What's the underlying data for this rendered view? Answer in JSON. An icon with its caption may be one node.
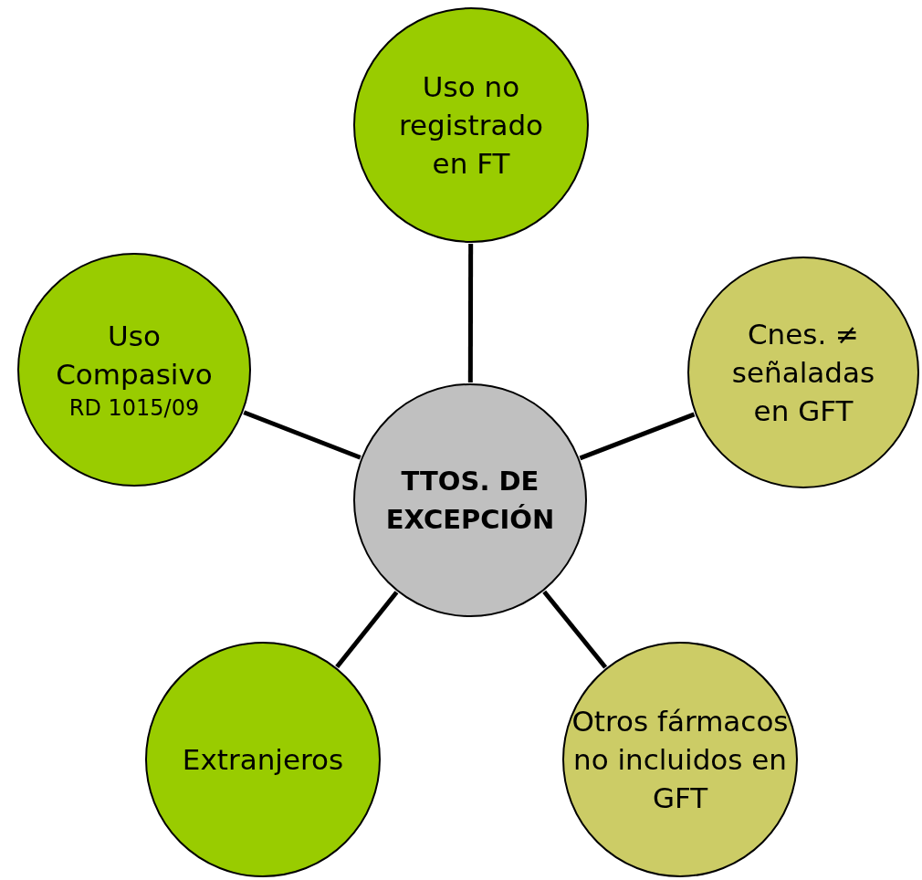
{
  "diagram": {
    "nodes": [
      {
        "text": [
          "Uso no registrado en FT"
        ]
      },
      {
        "text": [
          "Uso Compasivo",
          "RD 1015/09"
        ]
      },
      {
        "text": [
          "Cnes. ≠ señaladas en GFT"
        ]
      },
      {
        "text": [
          "TTOS. DE EXCEPCIÓN"
        ]
      },
      {
        "text": [
          "Extranjeros"
        ]
      },
      {
        "text": [
          "Otros fármacos no incluidos en GFT"
        ]
      }
    ],
    "edges": [
      {
        "from": 3,
        "to": 0,
        "arrow": "none"
      },
      {
        "from": 3,
        "to": 1,
        "arrow": "none"
      },
      {
        "from": 3,
        "to": 2,
        "arrow": "none"
      },
      {
        "from": 3,
        "to": 4,
        "arrow": "none"
      },
      {
        "from": 3,
        "to": 5,
        "arrow": "none"
      }
    ]
  }
}
